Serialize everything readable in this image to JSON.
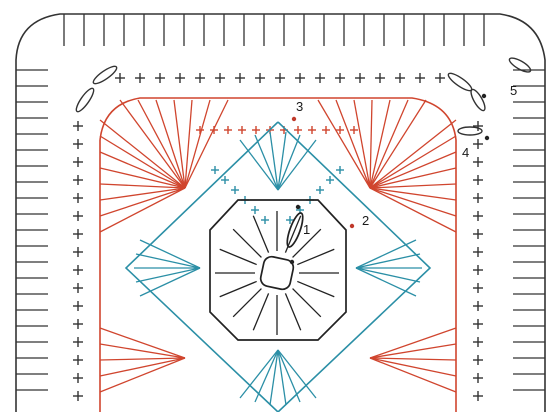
{
  "diagram": {
    "labels": [
      {
        "id": "row-1",
        "text": "1"
      },
      {
        "id": "row-2",
        "text": "2"
      },
      {
        "id": "row-3",
        "text": "3"
      },
      {
        "id": "row-4",
        "text": "4"
      },
      {
        "id": "row-5",
        "text": "5"
      }
    ],
    "rows": [
      {
        "id": "round-1",
        "color": "#222222"
      },
      {
        "id": "round-2",
        "color": "#2b8fa6"
      },
      {
        "id": "round-3",
        "color": "#d0452e"
      },
      {
        "id": "round-4",
        "color": "#333333"
      },
      {
        "id": "round-5",
        "color": "#333333"
      }
    ],
    "watermark": "",
    "symbols": [
      "chain-oval",
      "double-crochet-stitch",
      "single-crochet-plus",
      "slip-stitch-dot"
    ]
  }
}
